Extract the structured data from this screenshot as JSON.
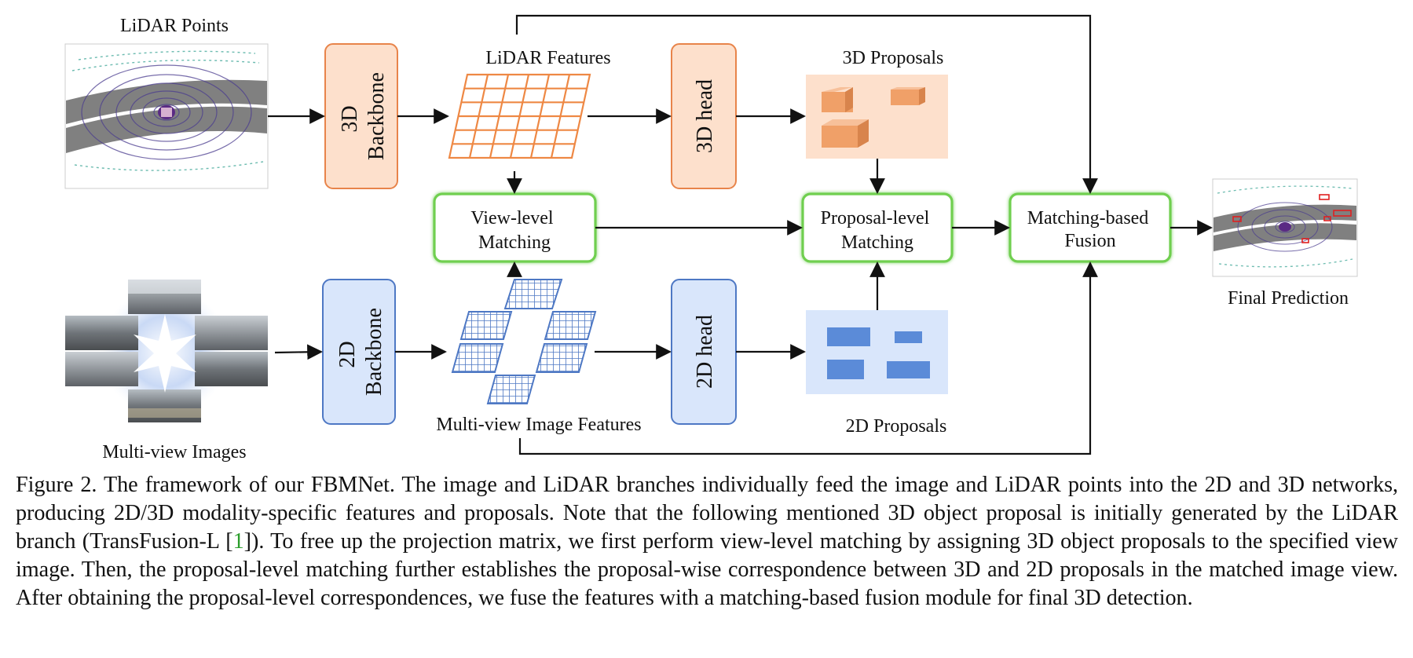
{
  "diagram": {
    "lidar_points_label": "LiDAR Points",
    "backbone_3d": [
      "3D",
      "Backbone"
    ],
    "lidar_features_label": "LiDAR Features",
    "head_3d": "3D head",
    "proposals_3d_label": "3D Proposals",
    "view_matching": [
      "View-level",
      "Matching"
    ],
    "proposal_matching": [
      "Proposal-level",
      "Matching"
    ],
    "fusion": [
      "Matching-based",
      "Fusion"
    ],
    "final_prediction_label": "Final Prediction",
    "multiview_images_label": "Multi-view Images",
    "backbone_2d": [
      "2D",
      "Backbone"
    ],
    "image_features_label": "Multi-view Image Features",
    "head_2d": "2D head",
    "proposals_2d_label": "2D Proposals"
  },
  "colors": {
    "lidar_orange_fill": "#fde0cc",
    "lidar_orange_stroke": "#e8844a",
    "grid_orange": "#ee8844",
    "box_orange": "#f0a068",
    "image_blue_fill": "#d9e6fb",
    "image_blue_stroke": "#4e78c4",
    "box_blue": "#5b8bd8",
    "match_green": "#6fcf4f",
    "road_gray": "#808080"
  },
  "caption": {
    "prefix": "Figure 2. The framework of our FBMNet. The image and LiDAR branches individually feed the image and LiDAR points into the 2D and 3D networks, producing 2D/3D modality-specific features and proposals. Note that the following mentioned 3D object proposal is initially generated by the LiDAR branch (TransFusion-L [",
    "ref": "1",
    "suffix": "]). To free up the projection matrix, we first perform view-level matching by assigning 3D object proposals to the specified view image. Then, the proposal-level matching further establishes the proposal-wise correspondence between 3D and 2D proposals in the matched image view. After obtaining the proposal-level correspondences, we fuse the features with a matching-based fusion module for final 3D detection."
  }
}
